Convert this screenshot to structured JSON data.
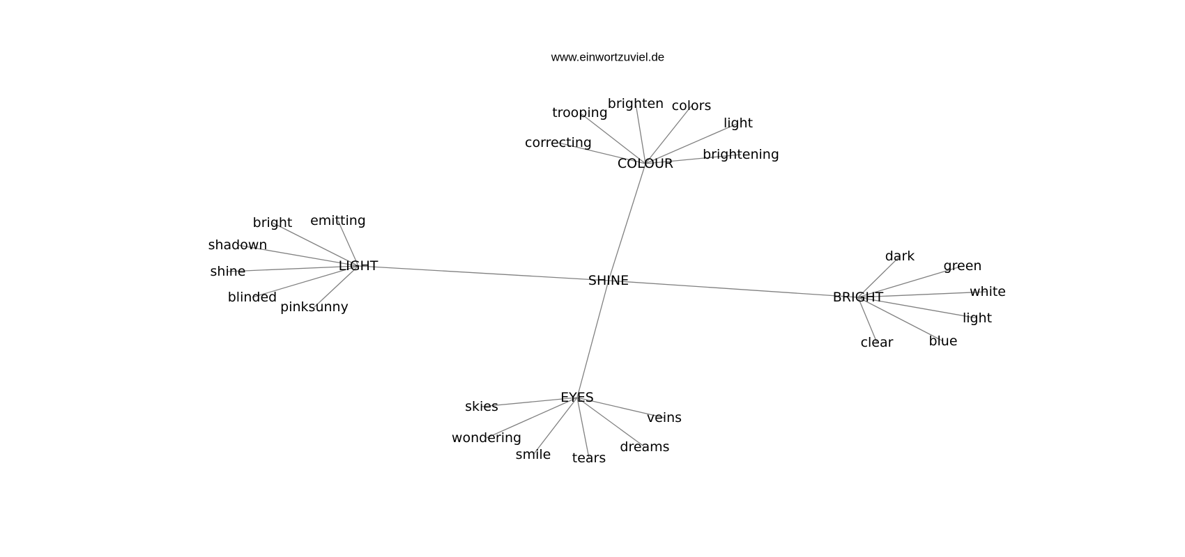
{
  "website": "www.einwortzuviel.de",
  "graph": {
    "center": "SHINE",
    "clusters": [
      {
        "hub": "COLOUR",
        "leaves": [
          "trooping",
          "brighten",
          "colors",
          "light",
          "correcting",
          "brightening"
        ]
      },
      {
        "hub": "LIGHT",
        "leaves": [
          "bright",
          "emitting",
          "shadown",
          "shine",
          "blinded",
          "pinksunny"
        ]
      },
      {
        "hub": "BRIGHT",
        "leaves": [
          "dark",
          "green",
          "white",
          "light",
          "clear",
          "blue"
        ]
      },
      {
        "hub": "EYES",
        "leaves": [
          "skies",
          "veins",
          "wondering",
          "smile",
          "tears",
          "dreams"
        ]
      }
    ]
  },
  "colors": {
    "edge": "#808080",
    "text": "#000000",
    "background": "#ffffff"
  }
}
